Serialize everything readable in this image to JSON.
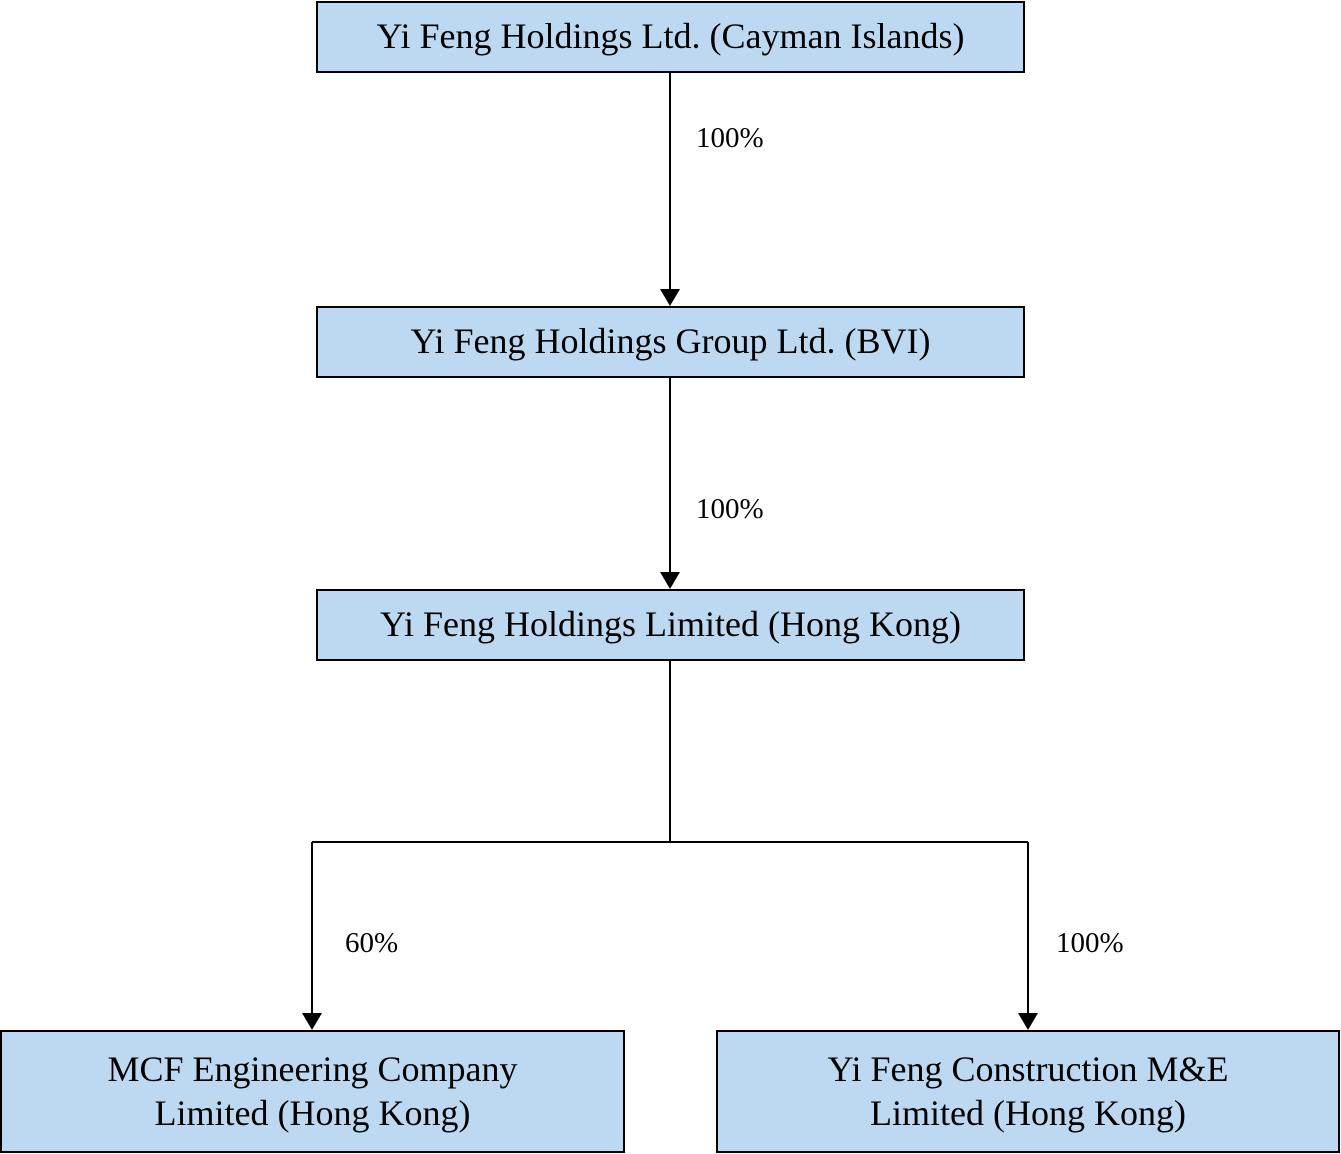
{
  "entities": {
    "cayman": {
      "name": "Yi Feng Holdings Ltd. (Cayman Islands)"
    },
    "bvi": {
      "name": "Yi Feng Holdings Group Ltd. (BVI)"
    },
    "hk": {
      "name": "Yi Feng Holdings Limited (Hong Kong)"
    },
    "mcf": {
      "line1": "MCF Engineering Company",
      "line2": "Limited (Hong Kong)"
    },
    "me": {
      "line1": "Yi Feng Construction M&E",
      "line2": "Limited (Hong Kong)"
    }
  },
  "ownership": {
    "cayman_to_bvi": "100%",
    "bvi_to_hk": "100%",
    "hk_to_mcf": "60%",
    "hk_to_me": "100%"
  },
  "colors": {
    "box_fill": "#bdd9f1",
    "line": "#000000"
  }
}
